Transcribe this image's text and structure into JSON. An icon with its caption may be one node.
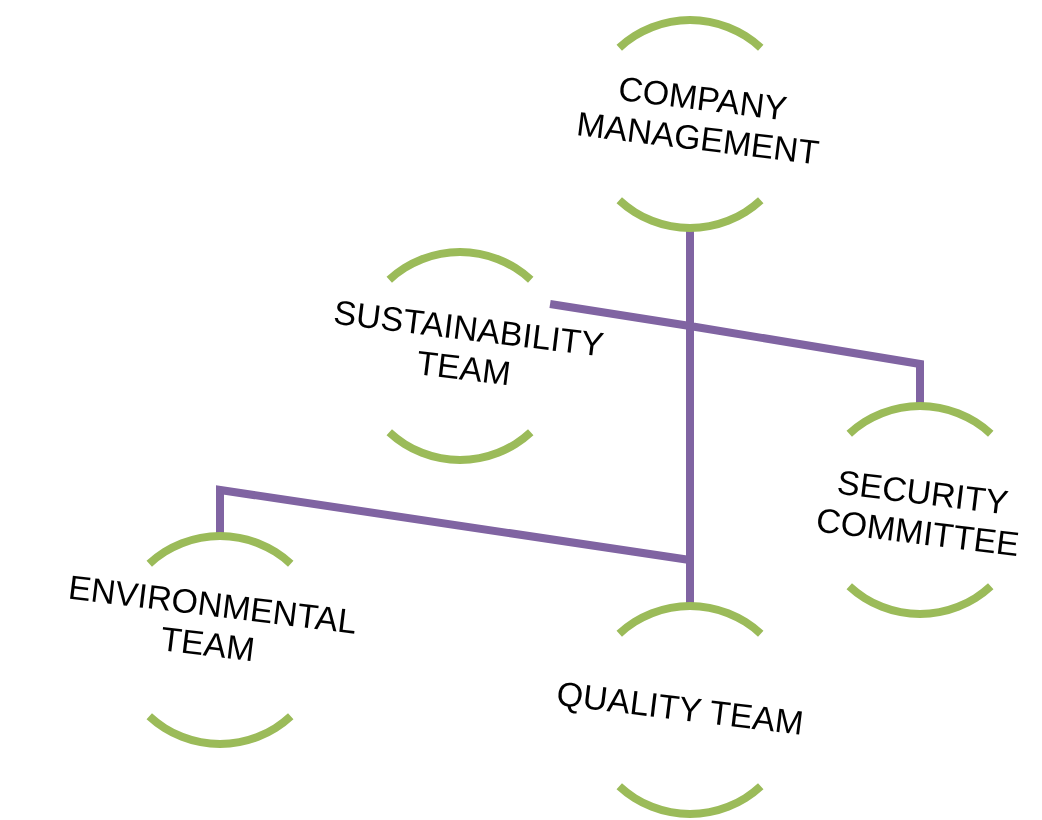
{
  "diagram": {
    "nodes": [
      {
        "text": [
          "COMPANY MANAGEMENT"
        ]
      },
      {
        "text": [
          "SUSTAINABILITY TEAM"
        ]
      },
      {
        "text": [
          "SECURITY COMMITTEE"
        ]
      },
      {
        "text": [
          "ENVIRONMENTAL TEAM"
        ]
      },
      {
        "text": [
          "QUALITY TEAM"
        ]
      }
    ],
    "edges": [
      {
        "from": 0,
        "to": 1,
        "arrow": "none"
      },
      {
        "from": 0,
        "to": 2,
        "arrow": "none"
      },
      {
        "from": 0,
        "to": 3,
        "arrow": "none"
      },
      {
        "from": 0,
        "to": 4,
        "arrow": "none"
      }
    ]
  }
}
